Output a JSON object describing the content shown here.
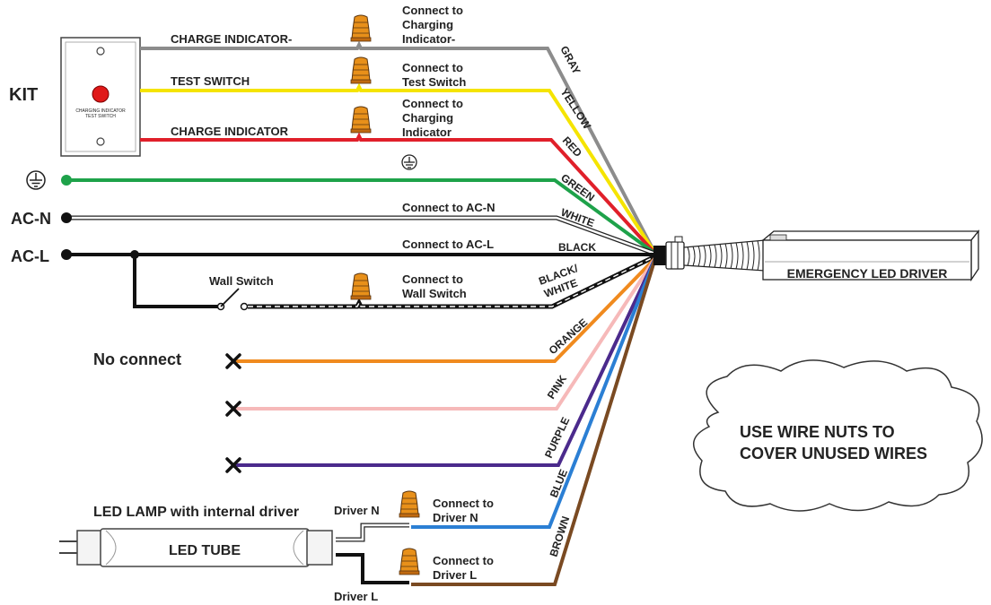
{
  "kit": {
    "title": "KIT",
    "plate_text_1": "CHARGING INDICATOR",
    "plate_text_2": "TEST SWITCH"
  },
  "terminals": {
    "ground_symbol": "ground-symbol",
    "ac_n": "AC-N",
    "ac_l": "AC-L",
    "no_connect": "No connect",
    "wall_switch": "Wall Switch"
  },
  "left_labels": {
    "charge_indicator_neg": "CHARGE INDICATOR-",
    "test_switch": "TEST SWITCH",
    "charge_indicator": "CHARGE INDICATOR"
  },
  "connect_labels": {
    "c1": [
      "Connect to",
      "Charging",
      "Indicator-"
    ],
    "c2": [
      "Connect to",
      "Test Switch"
    ],
    "c3": [
      "Connect to",
      "Charging",
      "Indicator"
    ],
    "c4": "Connect to AC-N",
    "c5": "Connect to AC-L",
    "c6": [
      "Connect to",
      "Wall Switch"
    ],
    "c7": [
      "Connect to",
      "Driver N"
    ],
    "c8": [
      "Connect to",
      "Driver L"
    ]
  },
  "wire_labels": {
    "gray": "GRAY",
    "yellow": "YELLOW",
    "red": "RED",
    "green": "GREEN",
    "white": "WHITE",
    "black": "BLACK",
    "black_white_1": "BLACK/",
    "black_white_2": "WHITE",
    "orange": "ORANGE",
    "pink": "PINK",
    "purple": "PURPLE",
    "blue": "BLUE",
    "brown": "BROWN"
  },
  "driver": {
    "label": "EMERGENCY LED DRIVER"
  },
  "lamp": {
    "title": "LED LAMP with internal driver",
    "tube_label": "LED TUBE",
    "driver_n": "Driver N",
    "driver_l": "Driver L"
  },
  "cloud": {
    "line1": "USE WIRE NUTS TO",
    "line2": "COVER UNUSED WIRES"
  },
  "colors": {
    "gray": "#8c8c8c",
    "yellow": "#f5e400",
    "red": "#e0202a",
    "green": "#1ea24a",
    "black": "#111111",
    "orange": "#f08a1e",
    "pink": "#f6b9b9",
    "purple": "#4b2a8c",
    "blue": "#2b7fd4",
    "brown": "#7a4a22",
    "wire_nut": "#e8901a",
    "button_red": "#e01818"
  }
}
